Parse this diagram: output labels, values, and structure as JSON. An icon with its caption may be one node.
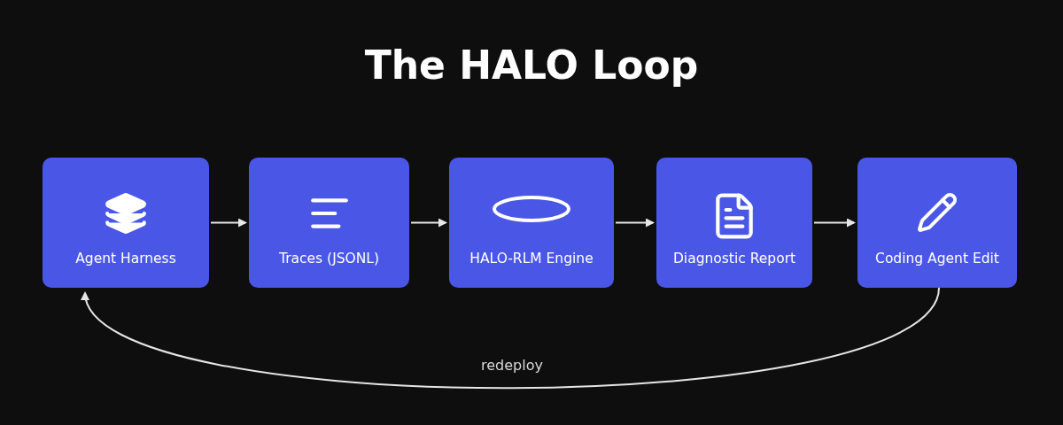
{
  "diagram": {
    "title": "The HALO Loop",
    "nodes": [
      {
        "text": [
          "Agent Harness"
        ]
      },
      {
        "text": [
          "Traces (JSONL)"
        ]
      },
      {
        "text": [
          "HALO-RLM Engine"
        ]
      },
      {
        "text": [
          "Diagnostic Report"
        ]
      },
      {
        "text": [
          "Coding Agent Edit"
        ]
      }
    ],
    "edges": [
      {
        "from": 0,
        "to": 1,
        "arrow": "to"
      },
      {
        "from": 1,
        "to": 2,
        "arrow": "to"
      },
      {
        "from": 2,
        "to": 3,
        "arrow": "to"
      },
      {
        "from": 3,
        "to": 4,
        "arrow": "to"
      },
      {
        "from": 4,
        "to": 0,
        "arrow": "to",
        "label": "redeploy"
      }
    ]
  }
}
